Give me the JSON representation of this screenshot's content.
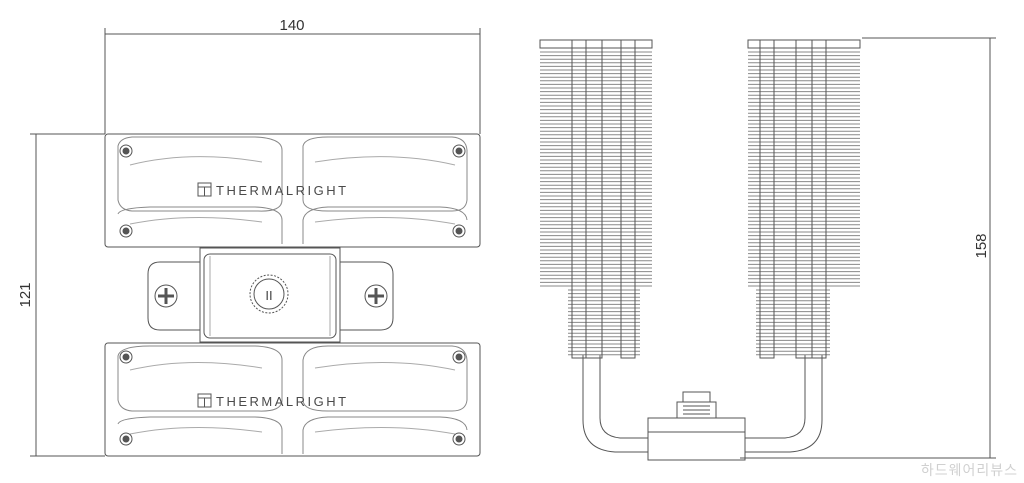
{
  "dimensions": {
    "width": "140",
    "height_front": "121",
    "height_side": "158"
  },
  "front_view": {
    "brand_top": "THERMALRIGHT",
    "brand_bottom": "THERMALRIGHT",
    "mount_center_mark": "II"
  },
  "watermark": "하드웨어리뷰스"
}
